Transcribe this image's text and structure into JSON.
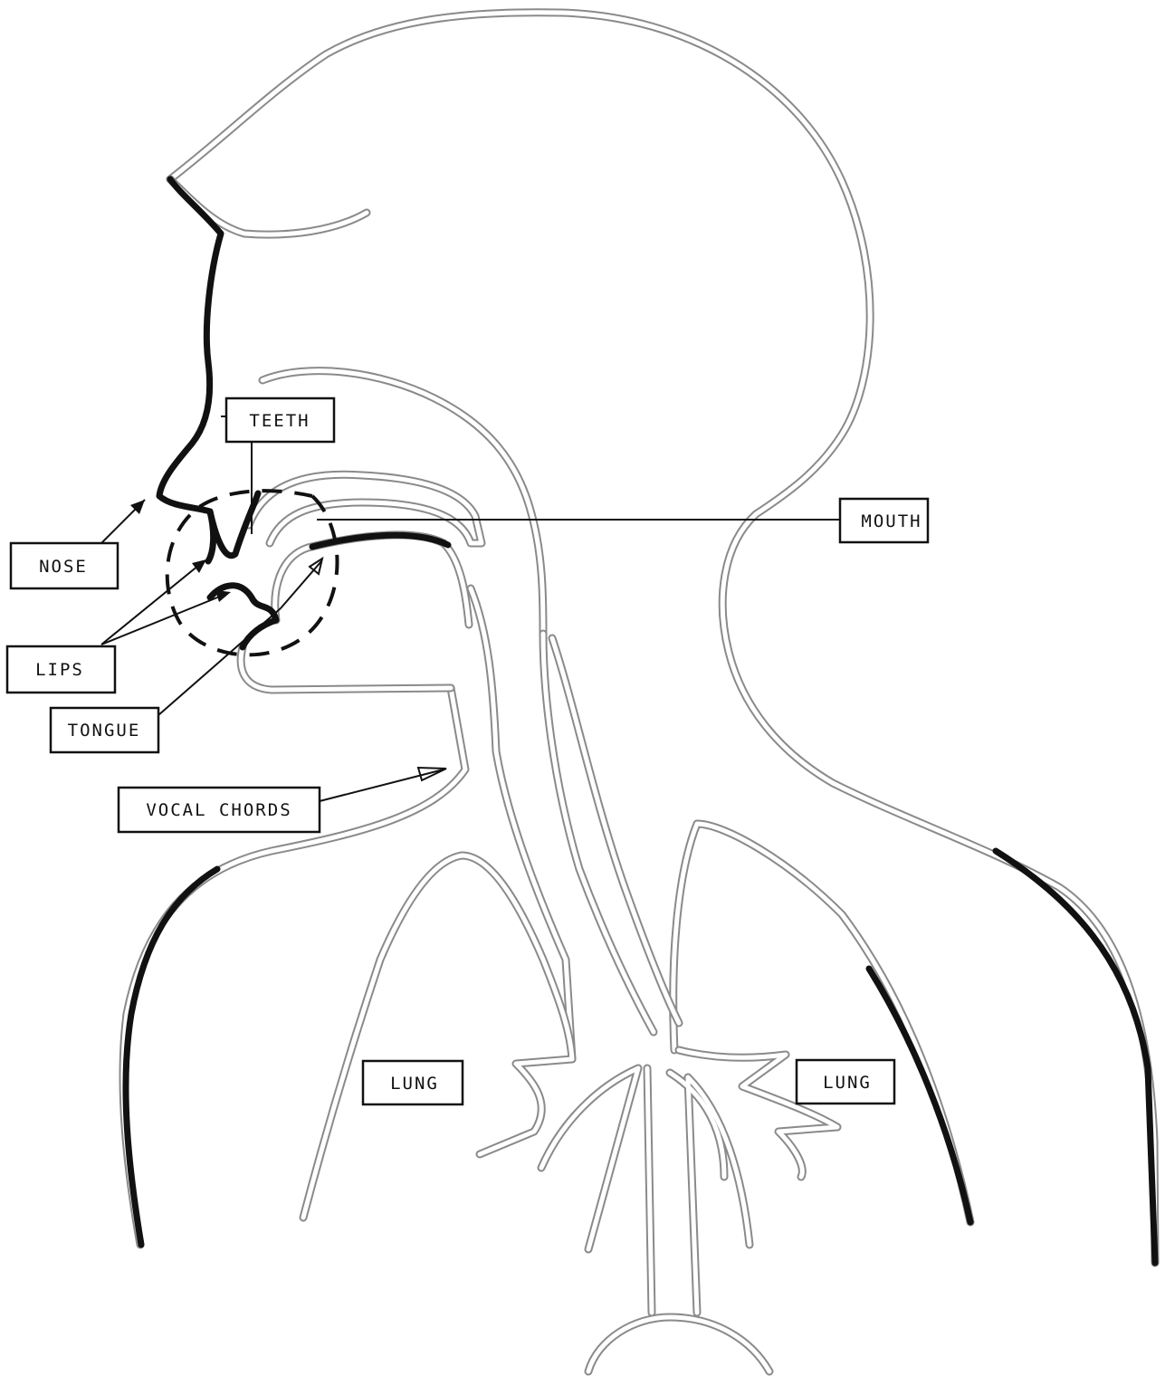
{
  "labels": {
    "teeth": "TEETH",
    "mouth": "MOUTH",
    "nose": "NOSE",
    "lips": "LIPS",
    "tongue": "TONGUE",
    "vocal_chords": "VOCAL CHORDS",
    "lung_left": "LUNG",
    "lung_right": "LUNG"
  }
}
